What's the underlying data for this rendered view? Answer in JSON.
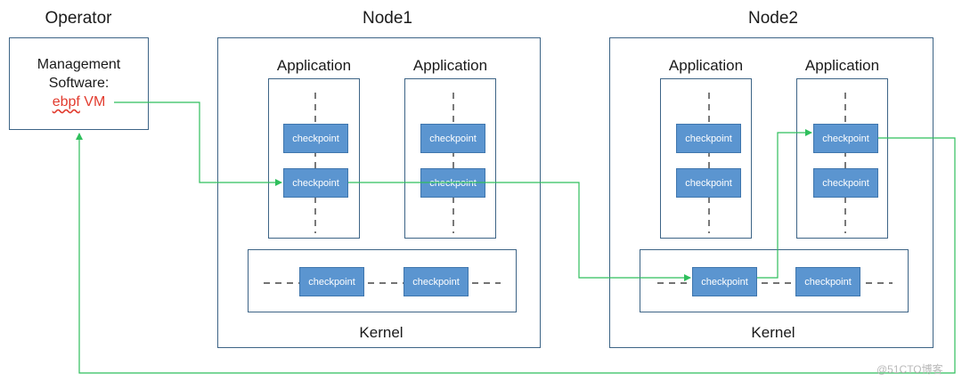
{
  "operator": {
    "title": "Operator",
    "software_line1": "Management",
    "software_line2": "Software:",
    "ebpf_word": "ebpf",
    "vm_word": " VM"
  },
  "node1": {
    "title": "Node1",
    "app1_label": "Application",
    "app2_label": "Application",
    "kernel_label": "Kernel"
  },
  "node2": {
    "title": "Node2",
    "app1_label": "Application",
    "app2_label": "Application",
    "kernel_label": "Kernel"
  },
  "checkpoint_label": "checkpoint",
  "watermark": "@51CTO博客",
  "colors": {
    "border": "#3d6486",
    "checkpoint_fill": "#5b95d0",
    "flow_line": "#2fbf5c",
    "ebpf_text": "#e23b2e"
  }
}
